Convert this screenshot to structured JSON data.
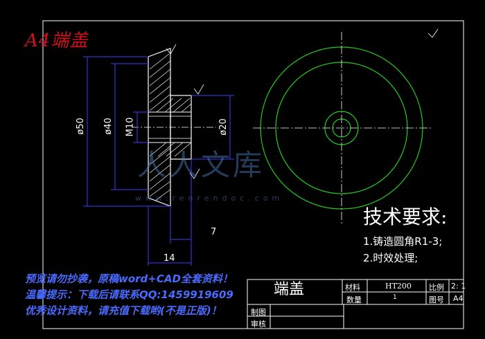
{
  "drawing": {
    "watermark_title": "A4端盖",
    "watermark_brand": "人人文库",
    "watermark_url": "www.renrendoc.com",
    "colors": {
      "background": "#000000",
      "frame": "#ffffff",
      "part": "#ffffff",
      "hatch": "#ffffff",
      "center_line": "#ffffff",
      "dimension": "#3b3bff",
      "circle": "#22cc22",
      "watermark_red": "#d0101a",
      "preview_blue": "#4a6bff"
    }
  },
  "dimensions": {
    "d50": "ø50",
    "d40": "ø40",
    "m10": "M10",
    "d20": "ø20",
    "len7": "7",
    "len14": "14"
  },
  "requirements": {
    "title": "技术要求:",
    "item1": "1.铸造圆角R1-3;",
    "item2": "2.时效处理;"
  },
  "title_block": {
    "part_name": "端盖",
    "material_label": "材料",
    "material_value": "HT200",
    "scale_label": "比例",
    "scale_value": "2: 1",
    "quantity_label": "数量",
    "quantity_value": "1",
    "drawing_no_label": "图号",
    "drawing_no_value": "A4",
    "drawn_by_label": "制图",
    "checked_by_label": "审核"
  },
  "preview_notice": {
    "line1": "预览请勿抄袭，原稿word+CAD全套资料！",
    "line2": "温馨提示：下载后请联系QQ:1459919609",
    "line3": "优秀设计资料，请充值下载哟(不是正版)！"
  }
}
